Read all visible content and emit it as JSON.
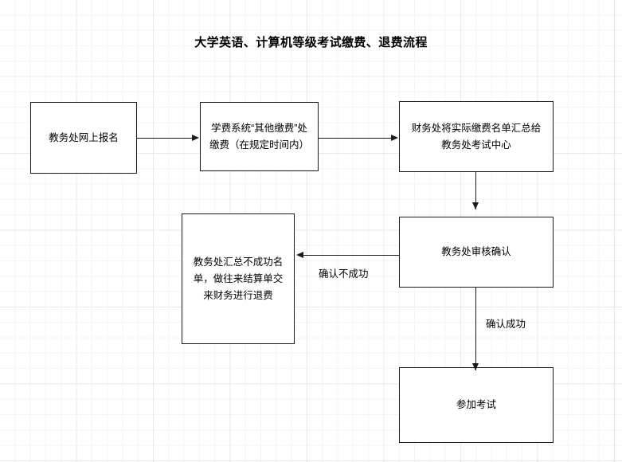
{
  "title": "大学英语、计算机等级考试缴费、退费流程",
  "colors": {
    "node_border": "#1a1a1a",
    "node_fill": "#ffffff",
    "text": "#000000",
    "grid_minor": "#f4f4f4",
    "grid_major": "#e8e8e8",
    "page_background": "#ffffff"
  },
  "nodes": {
    "enroll": "教务处网上报名",
    "pay": "学费系统“其他缴费”处缴费（在规定时间内）",
    "finance": "财务处将实际缴费名单汇总给教务处考试中心",
    "refund": "教务处汇总不成功名单，做往来结算单交来财务进行退费",
    "verify": "教务处审核确认",
    "exam": "参加考试"
  },
  "edges": [
    {
      "id": "enroll-to-pay",
      "from": "enroll",
      "to": "pay",
      "label": "",
      "direction": "right"
    },
    {
      "id": "pay-to-finance",
      "from": "pay",
      "to": "finance",
      "label": "",
      "direction": "right"
    },
    {
      "id": "finance-to-verify",
      "from": "finance",
      "to": "verify",
      "label": "",
      "direction": "down"
    },
    {
      "id": "verify-to-refund",
      "from": "verify",
      "to": "refund",
      "label": "确认不成功",
      "direction": "left"
    },
    {
      "id": "verify-to-exam",
      "from": "verify",
      "to": "exam",
      "label": "确认成功",
      "direction": "down"
    }
  ],
  "edge_labels": {
    "fail": "确认不成功",
    "success": "确认成功"
  }
}
